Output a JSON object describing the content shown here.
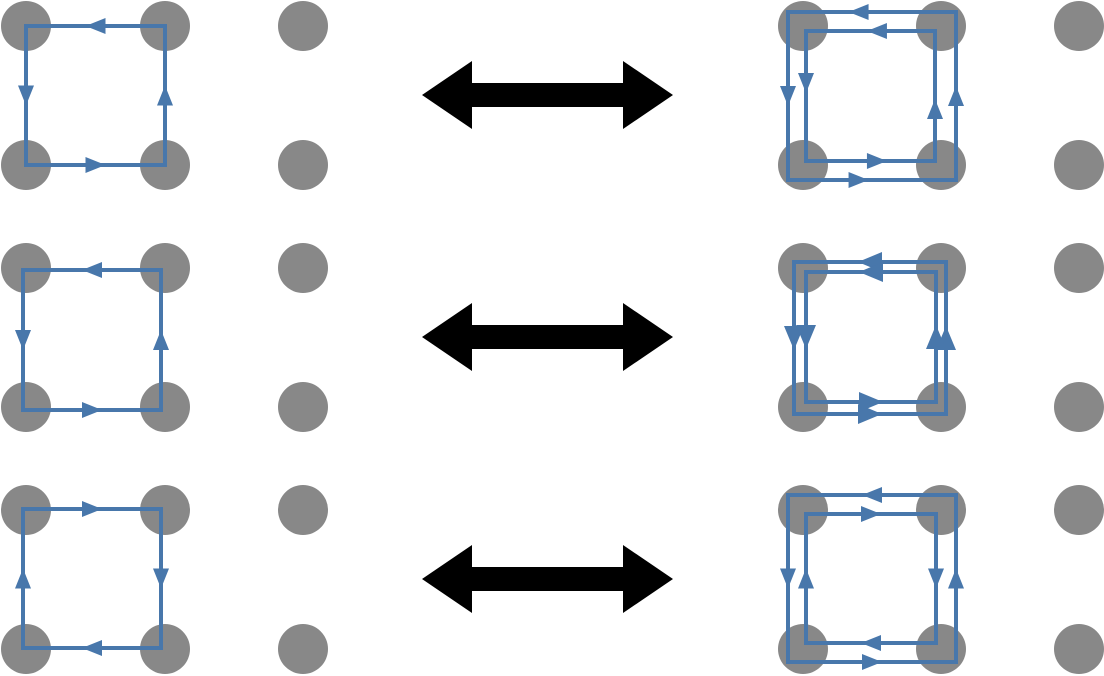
{
  "colors": {
    "dot": "#888888",
    "loop": "#4877ab",
    "arrow": "#000000",
    "background": "#ffffff"
  },
  "rows": [
    {
      "left": {
        "loops": 1,
        "direction": "counterclockwise"
      },
      "equivalence": "double-headed-arrow",
      "right": {
        "loops": 2,
        "directions": [
          "counterclockwise",
          "counterclockwise"
        ],
        "style": "nested"
      }
    },
    {
      "left": {
        "loops": 1,
        "direction": "counterclockwise"
      },
      "equivalence": "double-headed-arrow",
      "right": {
        "loops": 2,
        "directions": [
          "counterclockwise",
          "counterclockwise"
        ],
        "style": "overlapping"
      }
    },
    {
      "left": {
        "loops": 1,
        "direction": "clockwise"
      },
      "equivalence": "double-headed-arrow",
      "right": {
        "loops": 2,
        "directions": [
          "counterclockwise",
          "clockwise"
        ],
        "style": "nested-opposite"
      }
    }
  ]
}
